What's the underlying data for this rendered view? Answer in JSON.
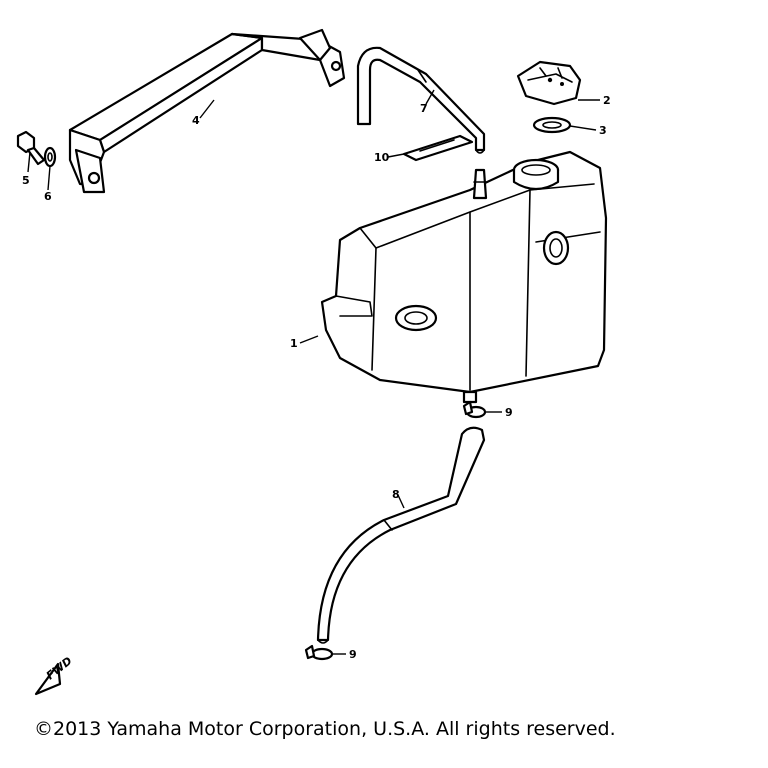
{
  "diagram": {
    "callouts": {
      "fuel_tank": "1",
      "tank_cap": "2",
      "cap_gasket": "3",
      "tank_bracket": "4",
      "bolt": "5",
      "washer": "6",
      "breather_hose": "7",
      "fuel_hose": "8",
      "hose_clip_upper": "9",
      "hose_clip_lower": "9",
      "label": "10"
    },
    "fwd_marker": "FWD"
  },
  "footer": {
    "copyright": "©2013 Yamaha Motor Corporation, U.S.A. All rights reserved."
  }
}
